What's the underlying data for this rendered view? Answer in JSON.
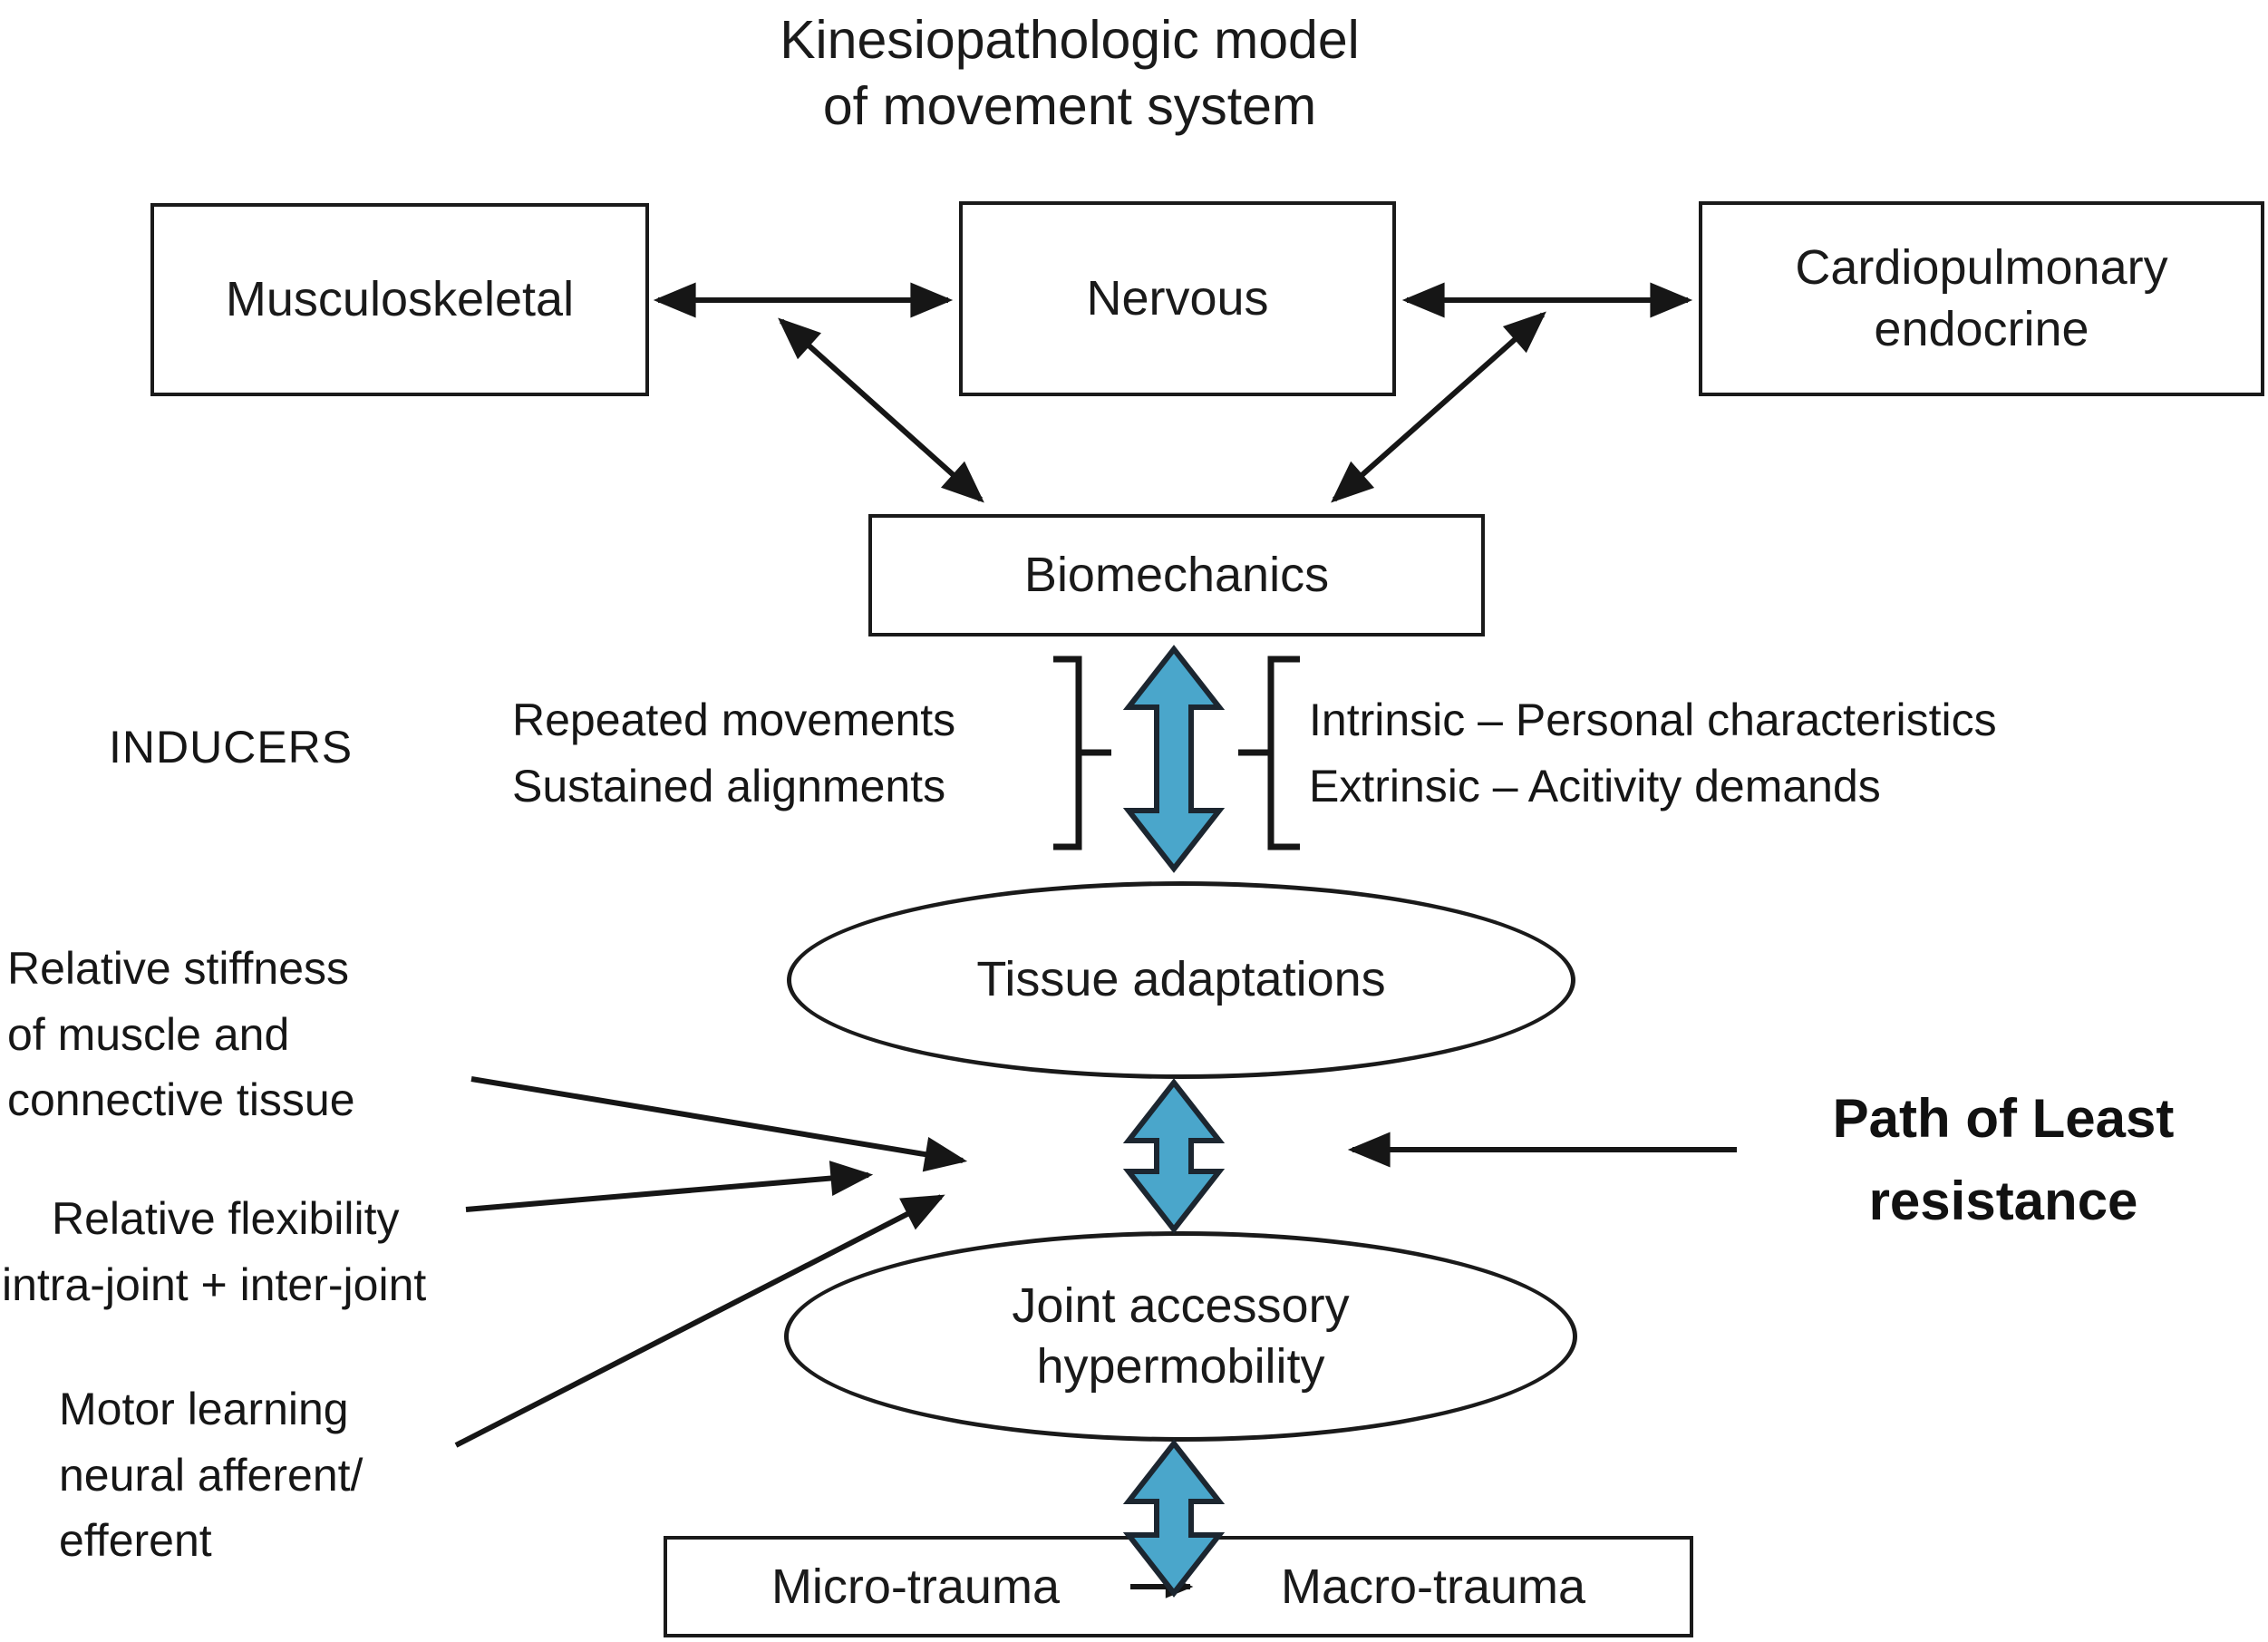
{
  "figure": {
    "title_line1": "Kinesiopathologic model",
    "title_line2": "of movement system"
  },
  "colors": {
    "arrow_blue": "#4AA6CB",
    "ink": "#161616"
  },
  "system_boxes": {
    "musculoskeletal": "Musculoskeletal",
    "nervous": "Nervous",
    "cardiopulmonary_line1": "Cardiopulmonary",
    "cardiopulmonary_line2": "endocrine",
    "biomechanics": "Biomechanics"
  },
  "inducers": {
    "heading": "INDUCERS",
    "movement_line1": "Repeated movements",
    "movement_line2": "Sustained alignments",
    "factors_line1": "Intrinsic – Personal characteristics",
    "factors_line2": "Extrinsic – Acitivity demands"
  },
  "adaptations": {
    "tissue": "Tissue adaptations",
    "joint_line1": "Joint accessory",
    "joint_line2": "hypermobility"
  },
  "contributors": {
    "stiffness_line1": "Relative stiffness",
    "stiffness_line2": "of muscle and",
    "stiffness_line3": "connective tissue",
    "flexibility_line1": "Relative flexibility",
    "flexibility_line2": "intra-joint + inter-joint",
    "motor_line1": "Motor learning",
    "motor_line2": "neural afferent/",
    "motor_line3": "efferent"
  },
  "path_of_least": {
    "line1": "Path of Least",
    "line2": "resistance"
  },
  "trauma": {
    "micro": "Micro-trauma",
    "macro": "Macro-trauma"
  }
}
